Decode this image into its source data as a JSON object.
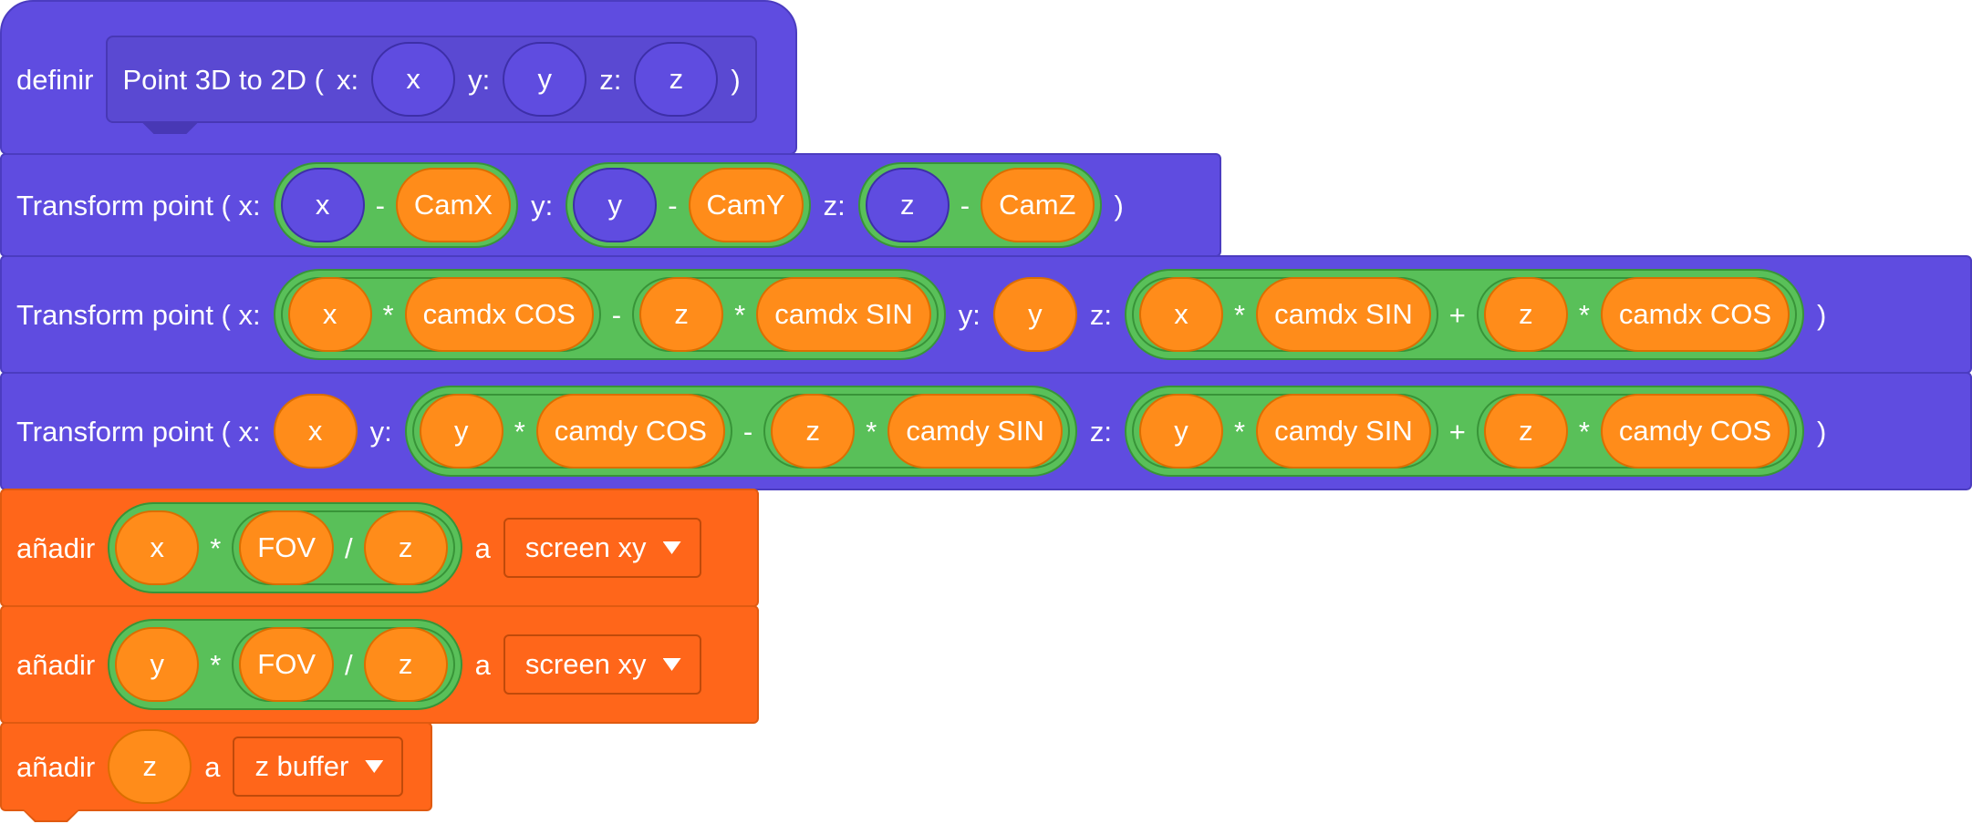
{
  "define_block": {
    "keyword": "definir",
    "proc_name": "Point 3D to 2D (",
    "x_label": "x:",
    "x_arg": "x",
    "y_label": "y:",
    "y_arg": "y",
    "z_label": "z:",
    "z_arg": "z",
    "close": ")"
  },
  "transform1": {
    "label": "Transform point ( x:",
    "x_arg": "x",
    "x_op": "-",
    "x_var": "CamX",
    "y_label": "y:",
    "y_arg": "y",
    "y_op": "-",
    "y_var": "CamY",
    "z_label": "z:",
    "z_arg": "z",
    "z_op": "-",
    "z_var": "CamZ",
    "close": ")"
  },
  "transform2": {
    "label": "Transform point ( x:",
    "x_a_var": "x",
    "x_a_op": "*",
    "x_a_val": "camdx COS",
    "x_op": "-",
    "x_b_var": "z",
    "x_b_op": "*",
    "x_b_val": "camdx SIN",
    "y_label": "y:",
    "y_var": "y",
    "z_label": "z:",
    "z_a_var": "x",
    "z_a_op": "*",
    "z_a_val": "camdx SIN",
    "z_op": "+",
    "z_b_var": "z",
    "z_b_op": "*",
    "z_b_val": "camdx COS",
    "close": ")"
  },
  "transform3": {
    "label": "Transform point ( x:",
    "x_var": "x",
    "y_label": "y:",
    "y_a_var": "y",
    "y_a_op": "*",
    "y_a_val": "camdy COS",
    "y_op": "-",
    "y_b_var": "z",
    "y_b_op": "*",
    "y_b_val": "camdy SIN",
    "z_label": "z:",
    "z_a_var": "y",
    "z_a_op": "*",
    "z_a_val": "camdy SIN",
    "z_op": "+",
    "z_b_var": "z",
    "z_b_op": "*",
    "z_b_val": "camdy COS",
    "close": ")"
  },
  "add1": {
    "keyword": "añadir",
    "var": "x",
    "op": "*",
    "fov": "FOV",
    "div": "/",
    "z": "z",
    "to": "a",
    "list": "screen xy"
  },
  "add2": {
    "keyword": "añadir",
    "var": "y",
    "op": "*",
    "fov": "FOV",
    "div": "/",
    "z": "z",
    "to": "a",
    "list": "screen xy"
  },
  "add3": {
    "keyword": "añadir",
    "var": "z",
    "to": "a",
    "list": "z buffer"
  },
  "icons": {
    "dropdown": "caret-down-icon"
  },
  "colors": {
    "custom_blocks": "#5F4CE0",
    "operators": "#59C059",
    "variables": "#FF8C1A",
    "lists": "#FF661A"
  }
}
